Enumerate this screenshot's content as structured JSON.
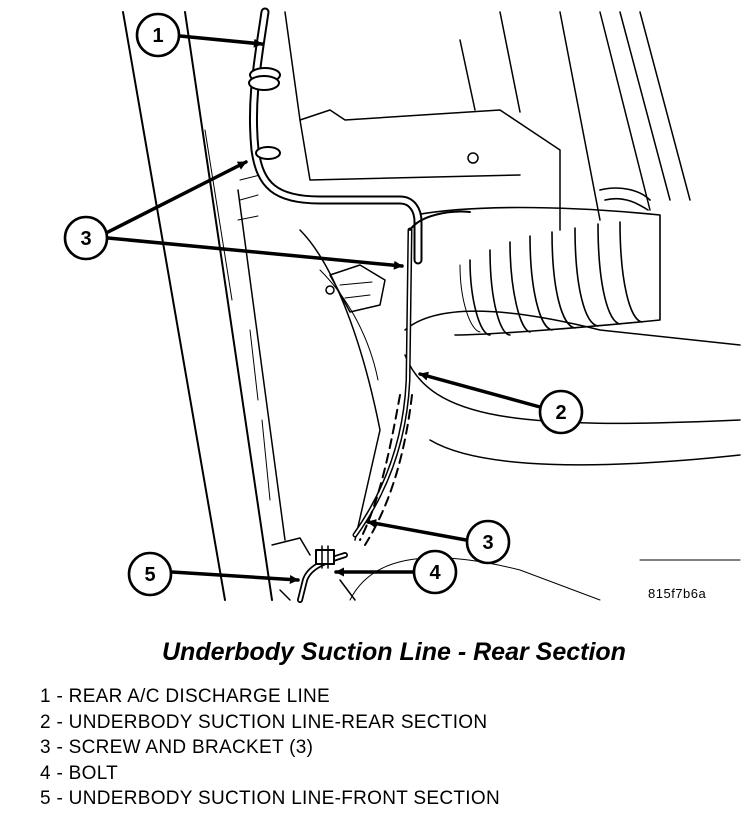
{
  "figure_id": "815f7b6a",
  "caption": "Underbody Suction Line - Rear Section",
  "callouts": [
    {
      "number": "1",
      "label": "REAR A/C DISCHARGE LINE"
    },
    {
      "number": "2",
      "label": "UNDERBODY SUCTION LINE-REAR SECTION"
    },
    {
      "number": "3",
      "label": "SCREW AND BRACKET (3)"
    },
    {
      "number": "4",
      "label": "BOLT"
    },
    {
      "number": "5",
      "label": "UNDERBODY SUCTION LINE-FRONT SECTION"
    }
  ],
  "legend_separator": " - "
}
